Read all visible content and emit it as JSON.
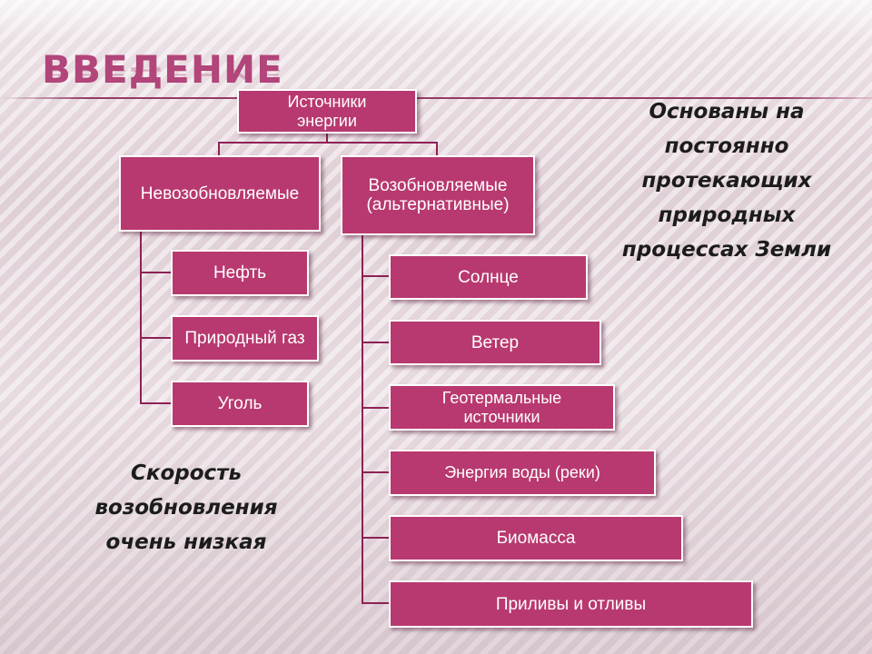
{
  "slide": {
    "title": "ВВЕДЕНИЕ",
    "root": "Источники\nэнергии",
    "nonrenewable": {
      "label": "Невозобновляемые",
      "items": [
        "Нефть",
        "Природный газ",
        "Уголь"
      ]
    },
    "renewable": {
      "label": "Возобновляемые\n(альтернативные)",
      "items": [
        "Солнце",
        "Ветер",
        "Геотермальные\nисточники",
        "Энергия воды (реки)",
        "Биомасса",
        "Приливы и отливы"
      ]
    },
    "note_right": "Основаны на\nпостоянно\nпротекающих\nприродных\nпроцессах Земли",
    "note_left": "Скорость\nвозобновления\nочень низкая"
  },
  "colors": {
    "box_fill": "#b8396f",
    "connector": "#8e2156",
    "title": "#b2457a"
  }
}
